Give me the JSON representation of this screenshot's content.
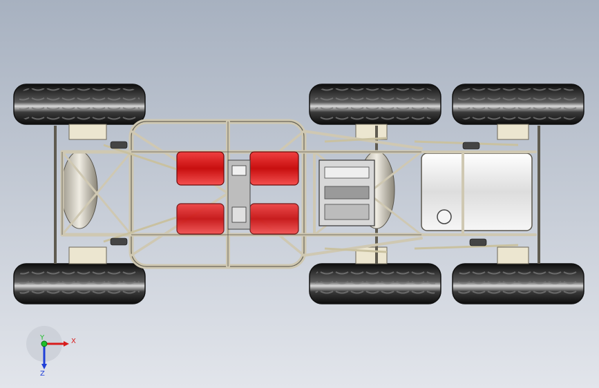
{
  "scene": {
    "description_kind": "cad-top-view",
    "background": {
      "top": "#a9b3c2",
      "bottom": "#dfe3ea"
    },
    "colors": {
      "tire": "#1b1b1b",
      "tire_highlight": "#d8d8d8",
      "frame_tube": "#d9d3c0",
      "frame_edge": "#5a564c",
      "seat_red": "#e01818",
      "fuel_tank": "#eeeeee",
      "plate": "#e8e2cc"
    }
  },
  "triad": {
    "x_label": "X",
    "y_label": "Y",
    "z_label": "Z",
    "x_color": "#d81c1c",
    "y_color": "#1fbf2a",
    "z_color": "#1f3fd8"
  }
}
